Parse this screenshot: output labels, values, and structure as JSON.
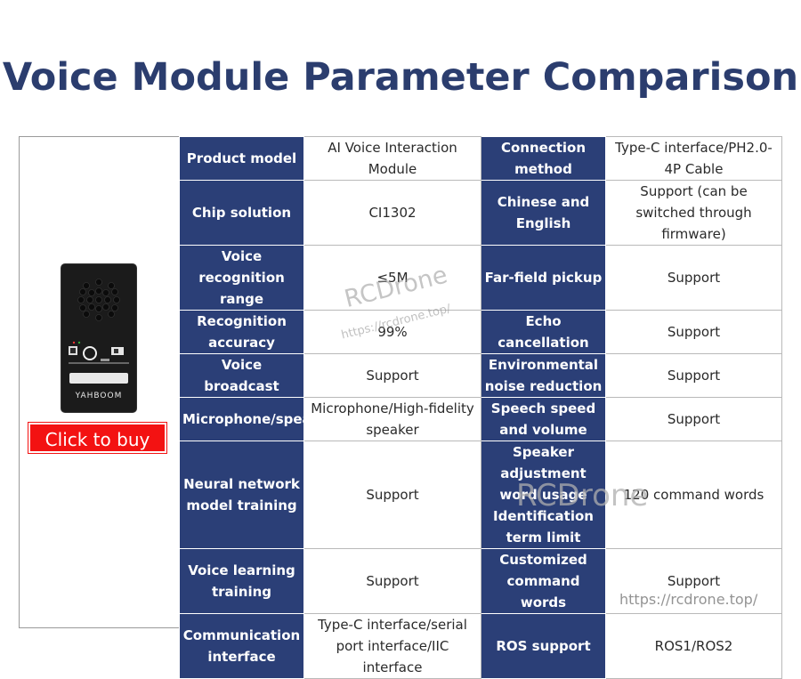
{
  "title": "Voice Module Parameter Comparison",
  "product": {
    "brand": "YAHBOOM",
    "buy_button": "Click to buy"
  },
  "rows": [
    {
      "h1": "Product model",
      "v1": "AI Voice Interaction Module",
      "h2": "Connection method",
      "v2": "Type-C interface/PH2.0-4P Cable"
    },
    {
      "h1": "Chip solution",
      "v1": "CI1302",
      "h2": "Chinese and English",
      "v2": "Support (can be switched through firmware)"
    },
    {
      "h1": "Voice recognition range",
      "v1": "≤5M",
      "h2": "Far-field pickup",
      "v2": "Support"
    },
    {
      "h1": "Recognition accuracy",
      "v1": "99%",
      "h2": "Echo cancellation",
      "v2": "Support"
    },
    {
      "h1": "Voice broadcast",
      "v1": "Support",
      "h2": "Environmental noise reduction",
      "v2": "Support"
    },
    {
      "h1": "Microphone/speaker",
      "v1": "Microphone/High-fidelity speaker",
      "h2": "Speech speed and volume",
      "v2": "Support"
    },
    {
      "h1": "Neural network model training",
      "v1": "Support",
      "h2": "Speaker adjustment word usage Identification term limit",
      "v2": "120 command words"
    },
    {
      "h1": "Voice learning training",
      "v1": "Support",
      "h2": "Customized command words",
      "v2": "Support"
    },
    {
      "h1": "Communication interface",
      "v1": "Type-C interface/serial port interface/IIC interface",
      "h2": "ROS support",
      "v2": "ROS1/ROS2"
    }
  ],
  "watermarks": {
    "brand": "RCDrone",
    "url": "https://rcdrone.top/"
  },
  "colors": {
    "title": "#2b3d6e",
    "header_cell": "#2b3f77",
    "buy_button": "#f31212"
  }
}
